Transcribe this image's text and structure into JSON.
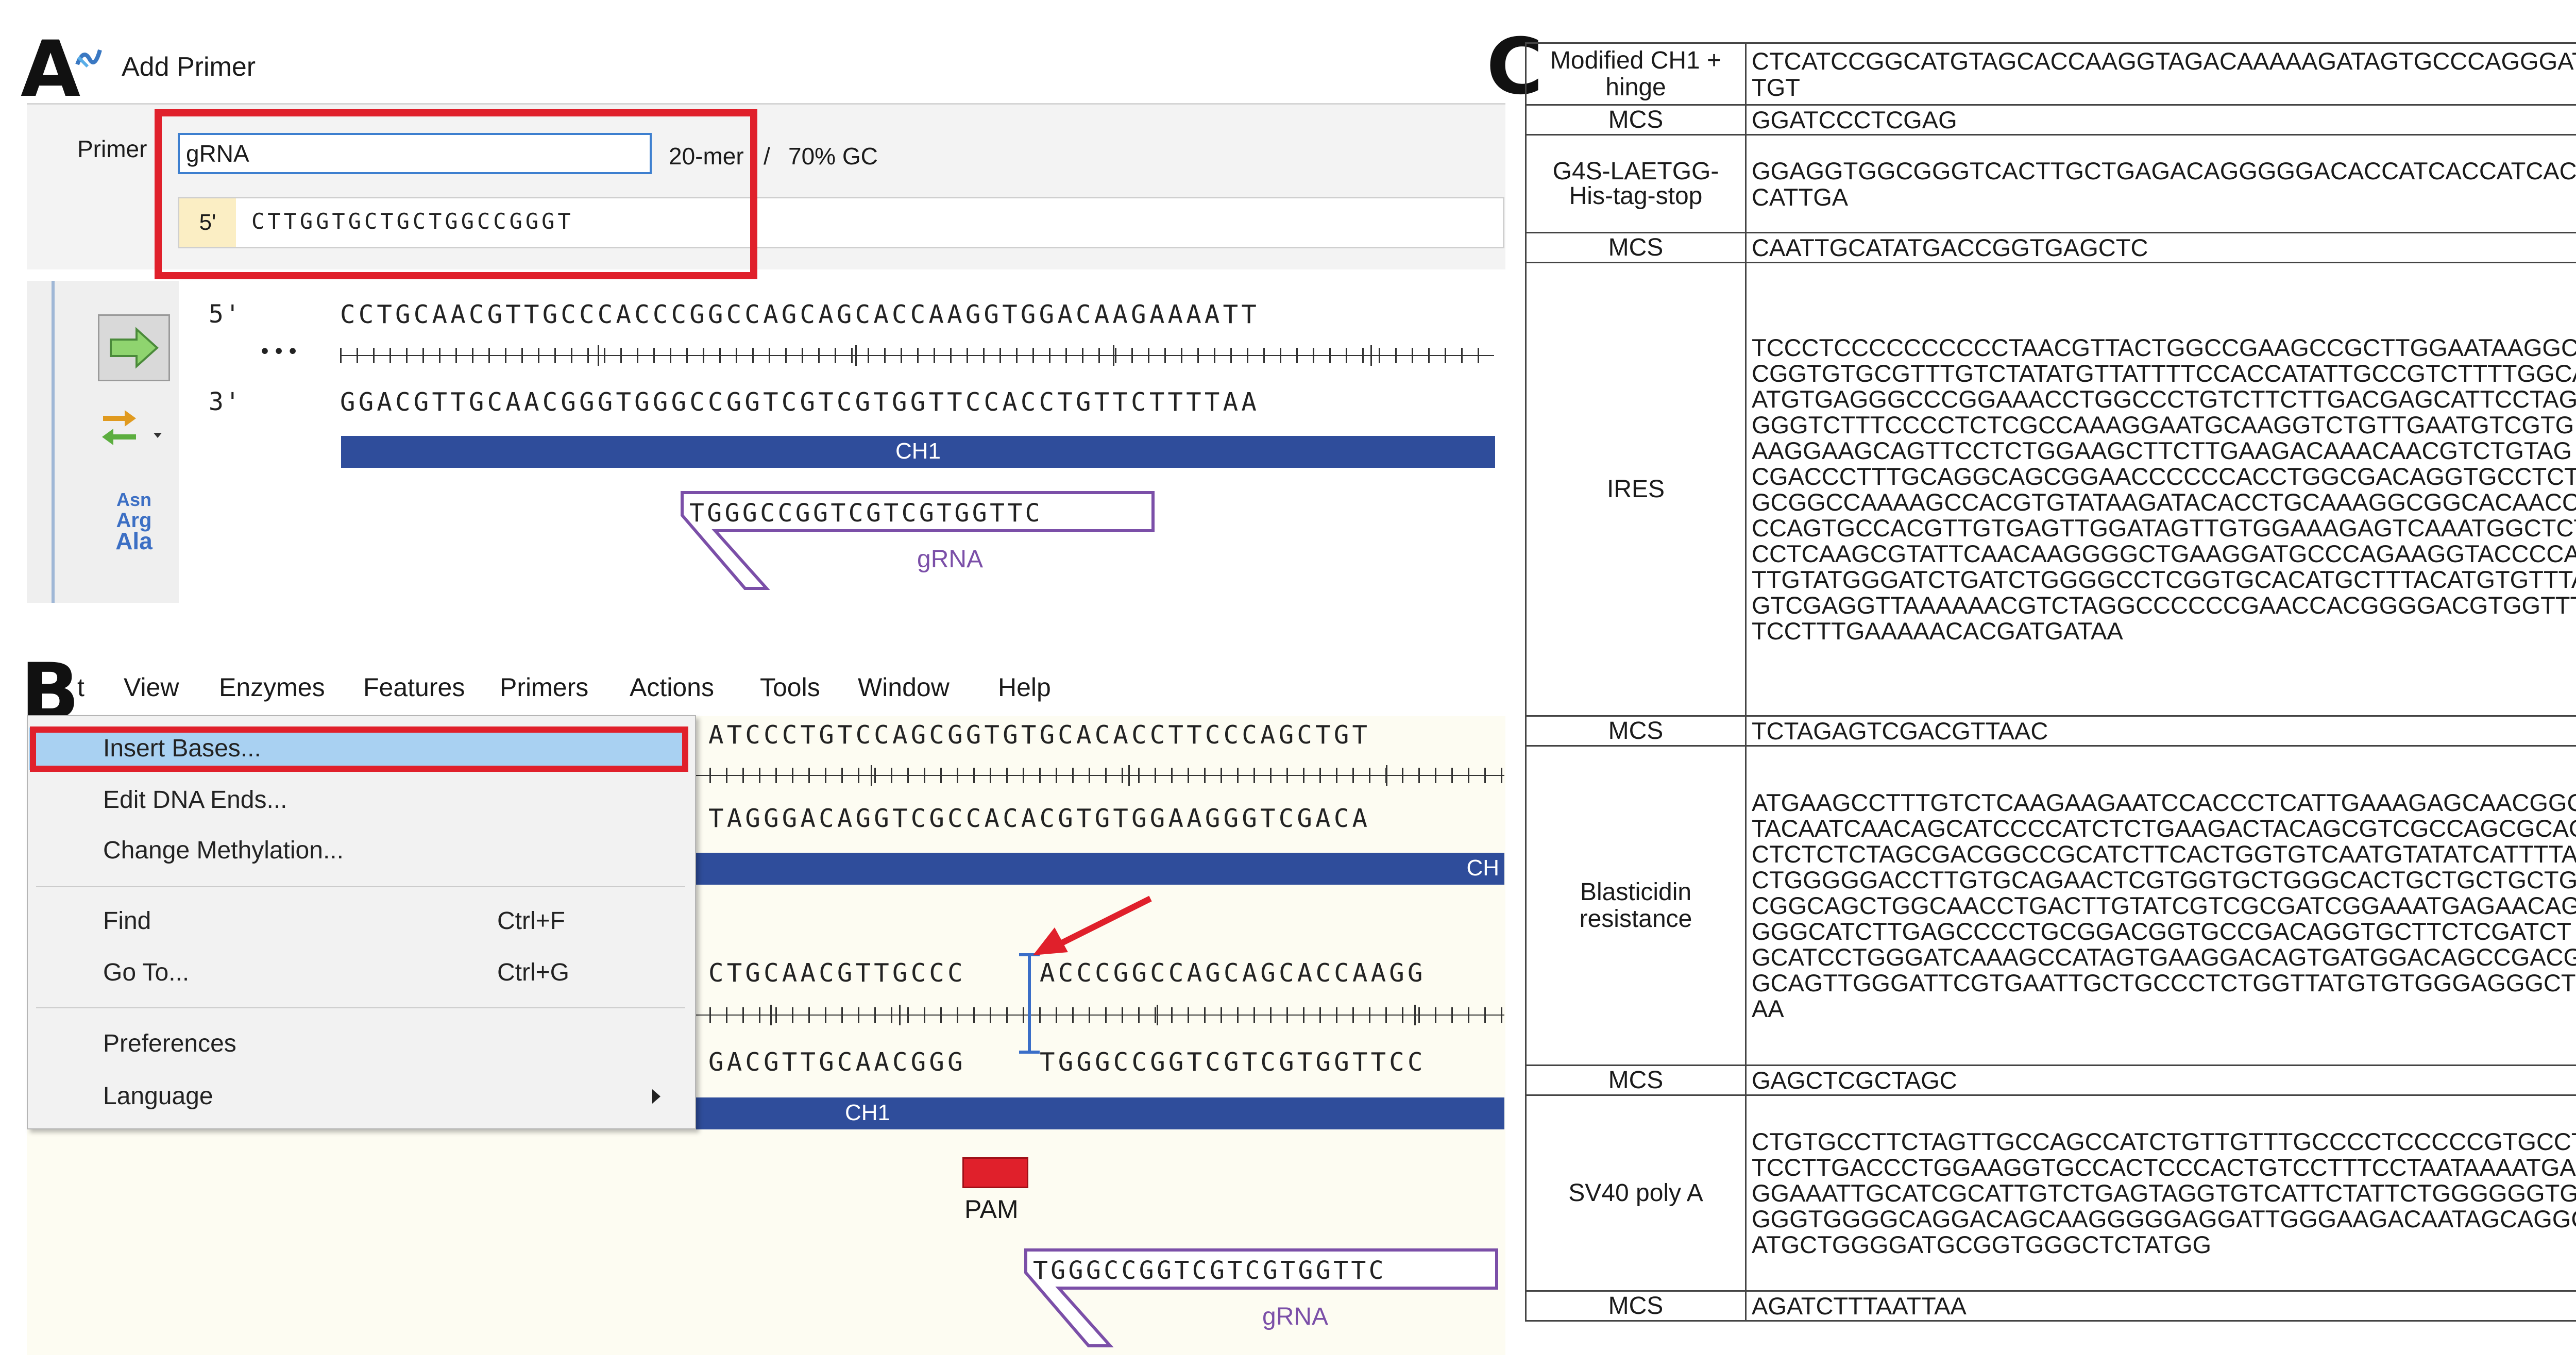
{
  "panel_labels": {
    "a": "A",
    "b": "B",
    "c": "C"
  },
  "panel_a": {
    "dialog_title": "Add Primer",
    "primer_label": "Primer",
    "primer_name": "gRNA",
    "primer_length": "20-mer",
    "separator": "/",
    "gc_content": "70% GC",
    "five_prime": "5'",
    "primer_sequence": "CTTGGTGCTGCTGGCCGGGT",
    "top_strand_label": "5'",
    "bottom_strand_label": "3'",
    "ellipsis": "•••",
    "top_strand": "CCTGCAACGTTGCCCACCCGGCCAGCAGCACCAAGGTGGACAAGAAAATT",
    "bottom_strand": "GGACGTTGCAACGGGTGGGCCGGTCGTCGTGGTTCCACCTGTTCTTTTAA",
    "feature_label": "CH1",
    "grna_sequence": "TGGGCCGGTCGTCGTGGTTC",
    "grna_label": "gRNA",
    "sidebar_aa": [
      "Asn",
      "Arg",
      "Ala"
    ]
  },
  "panel_b": {
    "menubar": [
      "t",
      "View",
      "Enzymes",
      "Features",
      "Primers",
      "Actions",
      "Tools",
      "Window",
      "Help"
    ],
    "menu_items": [
      {
        "label": "Insert Bases...",
        "shortcut": ""
      },
      {
        "label": "Edit DNA Ends...",
        "shortcut": ""
      },
      {
        "label": "Change Methylation...",
        "shortcut": ""
      },
      {
        "label": "Find",
        "shortcut": "Ctrl+F"
      },
      {
        "label": "Go To...",
        "shortcut": "Ctrl+G"
      },
      {
        "label": "Preferences",
        "shortcut": ""
      },
      {
        "label": "Language",
        "shortcut": ""
      }
    ],
    "upper_top_strand": "ATCCCTGTCCAGCGGTGTGCACACCTTCCCAGCTGT",
    "upper_bottom_strand": "TAGGGACAGGTCGCCACACGTGTGGAAGGGTCGACA",
    "upper_feature": "CH",
    "lower_top_strand_a": "CTGCAACGTTGCCC",
    "lower_top_strand_b": "ACCCGGCCAGCAGCACCAAGG",
    "lower_bottom_strand_a": "GACGTTGCAACGGG",
    "lower_bottom_strand_b": "TGGGCCGGTCGTCGTGGTTCC",
    "lower_feature": "CH1",
    "pam_label": "PAM",
    "grna_sequence": "TGGGCCGGTCGTCGTGGTTC",
    "grna_label": "gRNA"
  },
  "panel_c": {
    "rows": [
      {
        "label": "Modified CH1 + hinge",
        "sequence": "CTCATCCGGCATGTAGCACCAAGGTAGACAAAAAGATAGTGCCCAGGGATTGT"
      },
      {
        "label": "MCS",
        "sequence": "GGATCCCTCGAG"
      },
      {
        "label": "G4S-LAETGG-His-tag-stop",
        "sequence": "GGAGGTGGCGGGTCACTTGCTGAGACAGGGGGACACCATCACCATCACCATTGA"
      },
      {
        "label": "MCS",
        "sequence": "CAATTGCATATGACCGGTGAGCTC"
      },
      {
        "label": "IRES",
        "sequence": "TCCCTCCCCCCCCCCTAACGTTACTGGCCGAAGCCGCTTGGAATAAGGCCGGTGTGCGTTTGTCTATATGTTATTTTCCACCATATTGCCGTCTTTTGGCAATGTGAGGGCCCGGAAACCTGGCCCTGTCTTCTTGACGAGCATTCCTAGGGGTCTTTCCCCTCTCGCCAAAGGAATGCAAGGTCTGTTGAATGTCGTGAAGGAAGCAGTTCCTCTGGAAGCTTCTTGAAGACAAACAACGTCTGTAGCGACCCTTTGCAGGCAGCGGAACCCCCCACCTGGCGACAGGTGCCTCTGCGGCCAAAAGCCACGTGTATAAGATACACCTGCAAAGGCGGCACAACCCCAGTGCCACGTTGTGAGTTGGATAGTTGTGGAAAGAGTCAAATGGCTCTCCTCAAGCGTATTCAACAAGGGGCTGAAGGATGCCCAGAAGGTACCCCATTGTATGGGATCTGATCTGGGGCCTCGGTGCACATGCTTTACATGTGTTTAGTCGAGGTTAAAAAACGTCTAGGCCCCCCGAACCACGGGGACGTGGTTTTCCTTTGAAAAACACGATGATAA"
      },
      {
        "label": "MCS",
        "sequence": "TCTAGAGTCGACGTTAAC"
      },
      {
        "label": "Blasticidin resistance",
        "sequence": "ATGAAGCCTTTGTCTCAAGAAGAATCCACCCTCATTGAAAGAGCAACGGCTACAATCAACAGCATCCCCATCTCTGAAGACTACAGCGTCGCCAGCGCAGCTCTCTCTAGCGACGGCCGCATCTTCACTGGTGTCAATGTATATCATTTTACTGGGGGACCTTGTGCAGAACTCGTGGTGCTGGGCACTGCTGCTGCTGCGGCAGCTGGCAACCTGACTTGTATCGTCGCGATCGGAAATGAGAACAGGGGCATCTTGAGCCCCTGCGGACGGTGCCGACAGGTGCTTCTCGATCTGCATCCTGGGATCAAAGCCATAGTGAAGGACAGTGATGGACAGCCGACGGCAGTTGGGATTCGTGAATTGCTGCCCTCTGGTTATGTGTGGGAGGGCTAA"
      },
      {
        "label": "MCS",
        "sequence": "GAGCTCGCTAGC"
      },
      {
        "label": "SV40 poly A",
        "sequence": "CTGTGCCTTCTAGTTGCCAGCCATCTGTTGTTTGCCCCTCCCCCGTGCCTTCCTTGACCCTGGAAGGTGCCACTCCCACTGTCCTTTCCTAATAAAATGAGGAAATTGCATCGCATTGTCTGAGTAGGTGTCATTCTATTCTGGGGGGTGGGGTGGGGCAGGACAGCAAGGGGGAGGATTGGGAAGACAATAGCAGGCATGCTGGGGATGCGGTGGGCTCTATGG"
      },
      {
        "label": "MCS",
        "sequence": "AGATCTTTAATTAA"
      }
    ]
  },
  "colors": {
    "feature_blue": "#2f4d9b",
    "highlight_red": "#e0202b",
    "grna_purple": "#7b4fa8",
    "menu_highlight": "#a9d1f2"
  }
}
